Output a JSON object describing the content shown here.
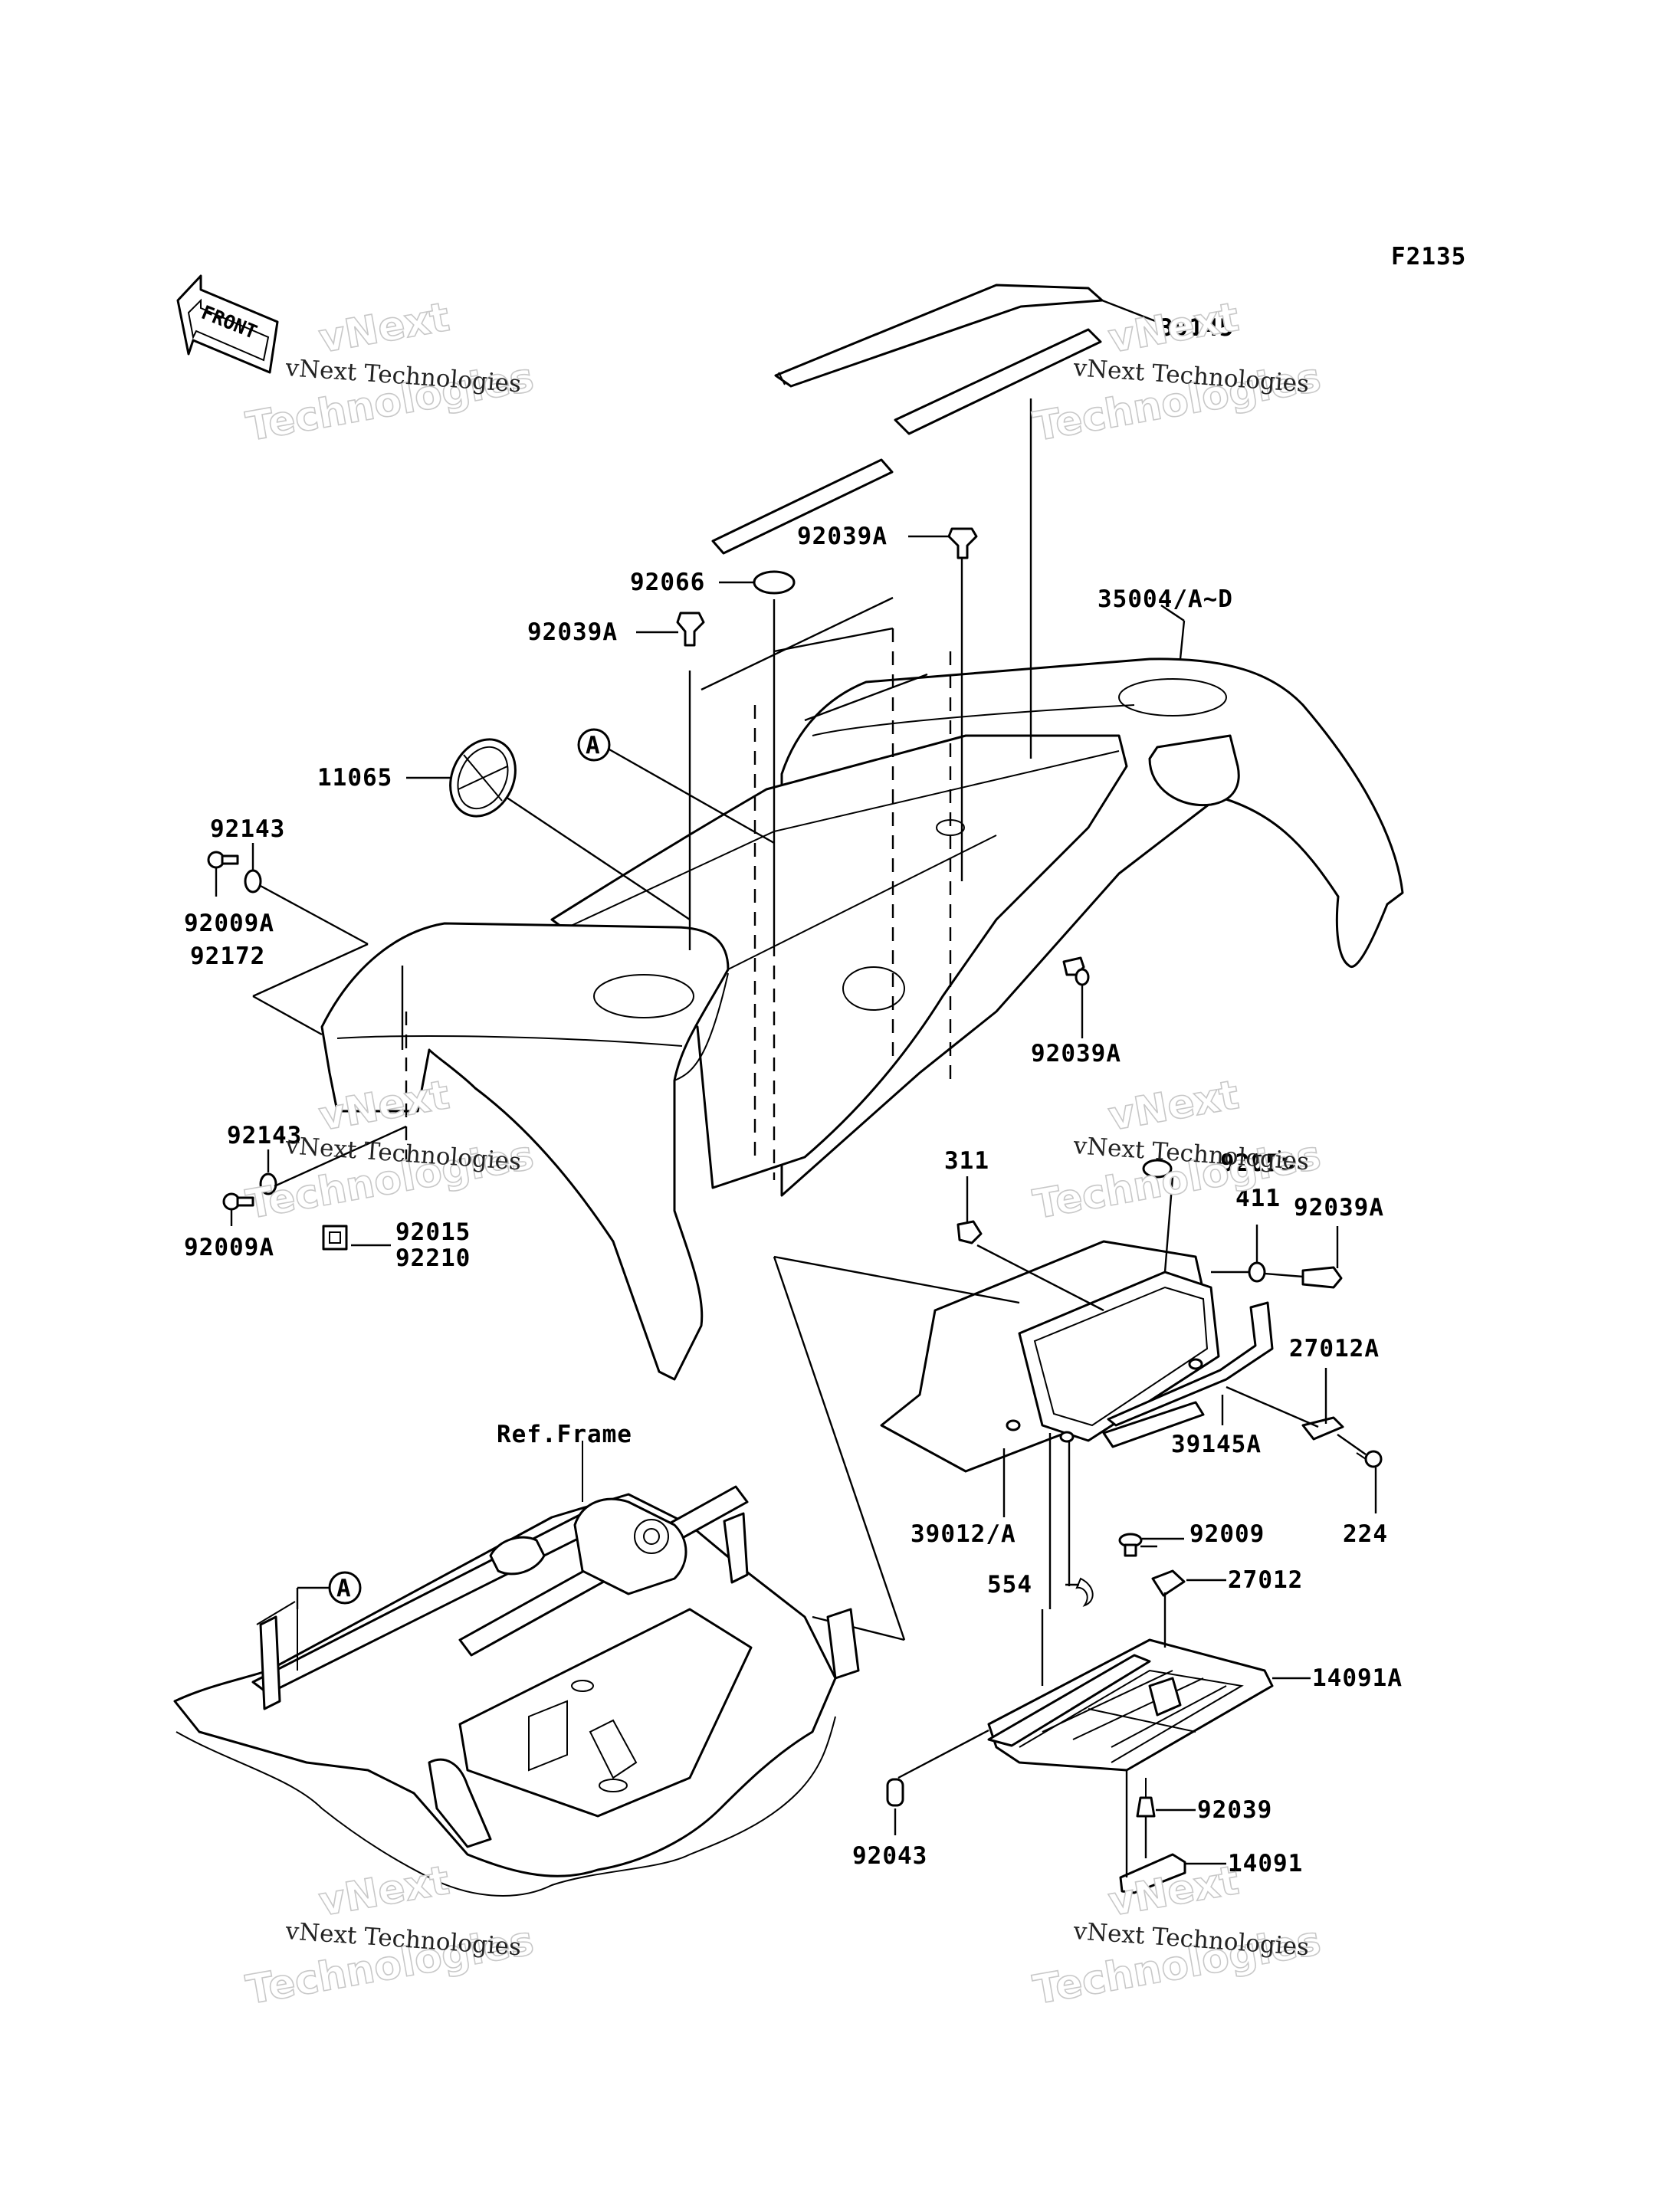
{
  "figure_id": "F2135",
  "front_arrow_label": "FRONT",
  "ref_frame_label": "Ref.Frame",
  "ref_marker": "A",
  "watermark": {
    "line1": "vNext Technologies",
    "line2": "vNext",
    "line3": "Technologies"
  },
  "parts": {
    "p39145": "39145",
    "p92039A_top": "92039A",
    "p92066": "92066",
    "p35004": "35004/A~D",
    "p92039A_left": "92039A",
    "p11065": "11065",
    "p92143_top": "92143",
    "p92009A_top": "92009A",
    "p92172": "92172",
    "p92039A_mid": "92039A",
    "p92143_low": "92143",
    "p92009A_low": "92009A",
    "p92015": "92015",
    "p92210": "92210",
    "p311": "311",
    "p92055": "92055",
    "p411": "411",
    "p92039A_right": "92039A",
    "p27012A": "27012A",
    "p39145A": "39145A",
    "p224": "224",
    "p39012": "39012/A",
    "p92009": "92009",
    "p554": "554",
    "p27012": "27012",
    "p14091A": "14091A",
    "p92043": "92043",
    "p92039": "92039",
    "p14091": "14091"
  }
}
